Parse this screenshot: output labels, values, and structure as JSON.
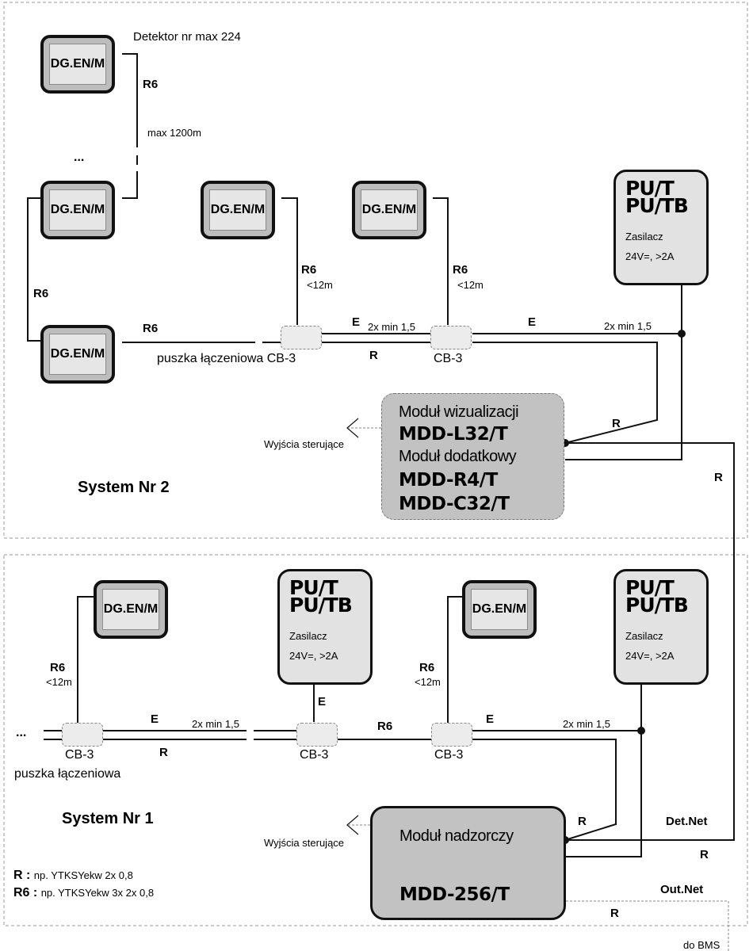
{
  "system2": {
    "title": "System Nr 2",
    "detector_count_label": "Detektor nr max 224",
    "max_length_label": "max 1200m",
    "ellipsis": "...",
    "detectors": [
      {
        "label": "DG.EN/M"
      },
      {
        "label": "DG.EN/M"
      },
      {
        "label": "DG.EN/M"
      },
      {
        "label": "DG.EN/M"
      },
      {
        "label": "DG.EN/M"
      }
    ],
    "cable_labels": {
      "r6_top": "R6",
      "r6_left": "R6",
      "r6_bottom": "R6",
      "r6_mid1": "R6",
      "r6_mid1_len": "<12m",
      "r6_mid2": "R6",
      "r6_mid2_len": "<12m",
      "e1": "E",
      "e1_spec": "2x min 1,5",
      "r1": "R",
      "e2": "E",
      "e2_spec": "2x min 1,5",
      "r_module": "R",
      "r_link": "R"
    },
    "junction_labels": {
      "cb_main": "puszka łączeniowa CB-3",
      "cb_second": "CB-3"
    },
    "power_supply": {
      "line1": "PU/T",
      "line2": "PU/TB",
      "desc": "Zasilacz",
      "spec": "24V=, >2A"
    },
    "module": {
      "line1": "Moduł wizualizacji",
      "line2": "MDD-L32/T",
      "line3": "Moduł dodatkowy",
      "line4": "MDD-R4/T",
      "line5": "MDD-C32/T"
    },
    "outputs_label": "Wyjścia sterujące"
  },
  "system1": {
    "title": "System Nr 1",
    "ellipsis": "...",
    "detectors": [
      {
        "label": "DG.EN/M"
      },
      {
        "label": "DG.EN/M"
      }
    ],
    "cable_labels": {
      "r6_left": "R6",
      "r6_left_len": "<12m",
      "e1": "E",
      "e1_spec": "2x min 1,5",
      "r1": "R",
      "e_psu": "E",
      "r6_mid": "R6",
      "r6_right": "R6",
      "r6_right_len": "<12m",
      "e2": "E",
      "e2_spec": "2x min 1,5",
      "r_module": "R",
      "det_net": "Det.Net",
      "r_detnet": "R",
      "out_net": "Out.Net",
      "r_outnet": "R"
    },
    "junction_labels": {
      "cb1": "CB-3",
      "cb1_desc": "puszka łączeniowa",
      "cb2": "CB-3",
      "cb3": "CB-3"
    },
    "power_supplies": [
      {
        "line1": "PU/T",
        "line2": "PU/TB",
        "desc": "Zasilacz",
        "spec": "24V=, >2A"
      },
      {
        "line1": "PU/T",
        "line2": "PU/TB",
        "desc": "Zasilacz",
        "spec": "24V=, >2A"
      }
    ],
    "module": {
      "line1": "Moduł nadzorczy",
      "line2": "MDD-256/T"
    },
    "outputs_label": "Wyjścia sterujące",
    "bms_label": "do BMS"
  },
  "legend": {
    "r_key": "R :",
    "r_value": "np. YTKSYekw 2x 0,8",
    "r6_key": "R6 :",
    "r6_value": "np. YTKSYekw 3x 2x 0,8"
  },
  "colors": {
    "line": "#111111",
    "frame": "#999999",
    "module_fill": "#c2c2c2",
    "psu_fill": "#e2e2e2",
    "junction_fill": "#ececec"
  }
}
